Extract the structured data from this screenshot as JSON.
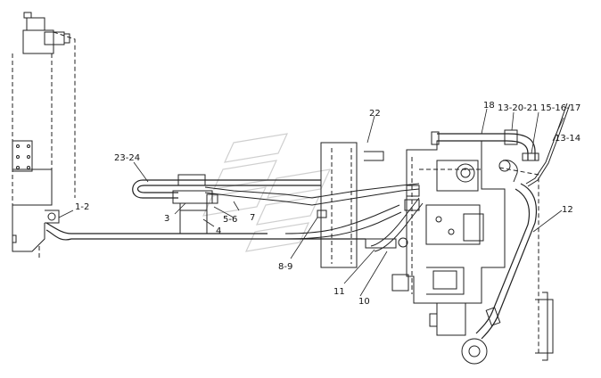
{
  "diagram": {
    "labels": {
      "l_1_2": "1-2",
      "l_3": "3",
      "l_4": "4",
      "l_5_6": "5-6",
      "l_7": "7",
      "l_8_9": "8-9",
      "l_10": "10",
      "l_11": "11",
      "l_12": "12",
      "l_13_14": "13-14",
      "l_13_20_21": "13-20-21",
      "l_15_16_17": "15-16-17",
      "l_18": "18",
      "l_22": "22",
      "l_23_24": "23-24"
    }
  }
}
